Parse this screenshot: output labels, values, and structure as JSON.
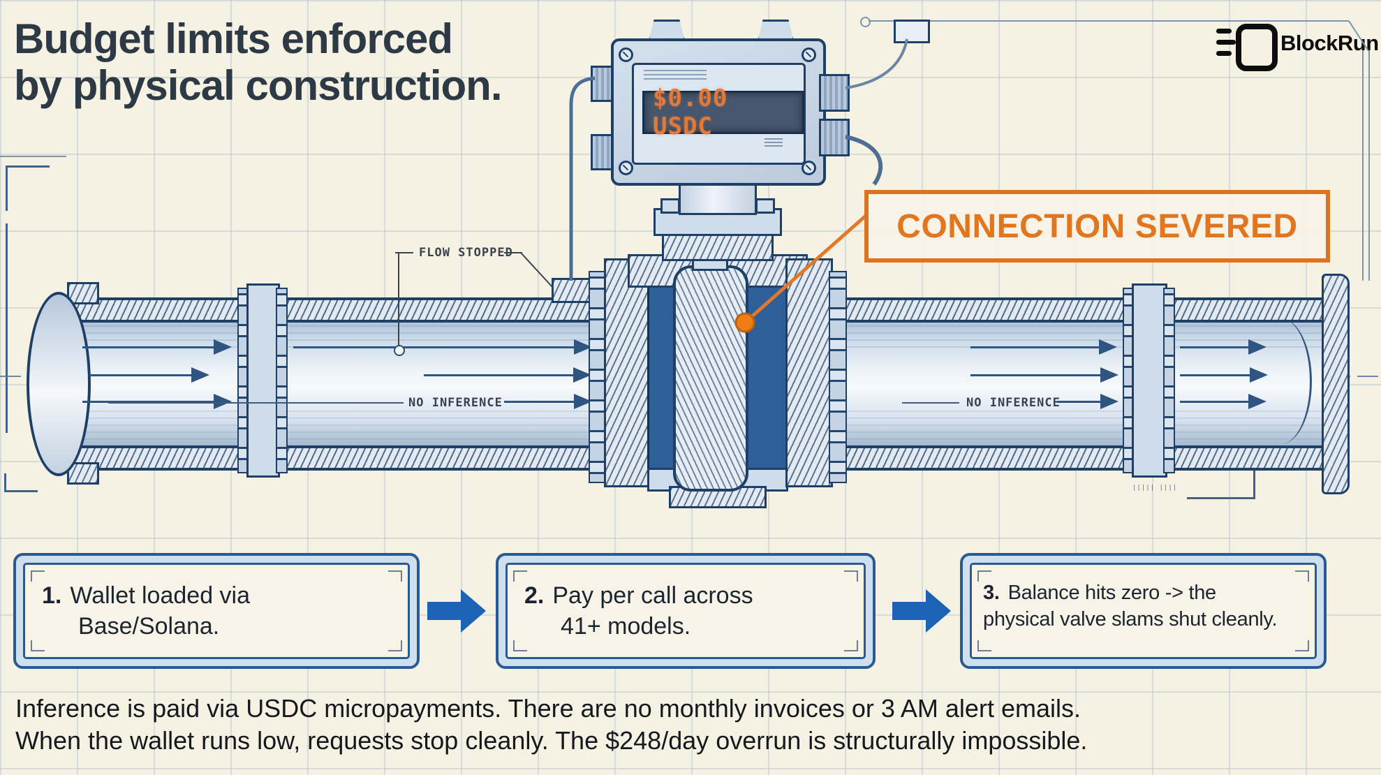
{
  "header": {
    "title_line1": "Budget limits enforced",
    "title_line2": "by physical construction.",
    "brand": "BlockRun"
  },
  "meter": {
    "display": "$0.00 USDC"
  },
  "labels": {
    "connection_severed": "CONNECTION SEVERED",
    "flow_stopped": "FLOW STOPPED",
    "no_inference_left": "NO INFERENCE",
    "no_inference_right": "NO INFERENCE",
    "frame_tick_marks": "||||| ||||"
  },
  "steps": [
    {
      "num": "1.",
      "line1": "Wallet loaded via",
      "line2": "Base/Solana."
    },
    {
      "num": "2.",
      "line1": "Pay per call across",
      "line2": "41+ models."
    },
    {
      "num": "3.",
      "line1": "Balance hits zero -> the",
      "line2": "physical valve slams shut cleanly."
    }
  ],
  "footer": {
    "line1": "Inference is paid via USDC micropayments. There are no monthly invoices or 3 AM alert emails.",
    "line2": "When the wallet runs low, requests stop cleanly. The $248/day overrun is structurally impossible."
  },
  "colors": {
    "accent_orange": "#e2761f",
    "blueprint_navy": "#1f4066",
    "valve_blue": "#2e5f99",
    "arrow_blue": "#1d63b5",
    "background_cream": "#f6f2e3"
  }
}
